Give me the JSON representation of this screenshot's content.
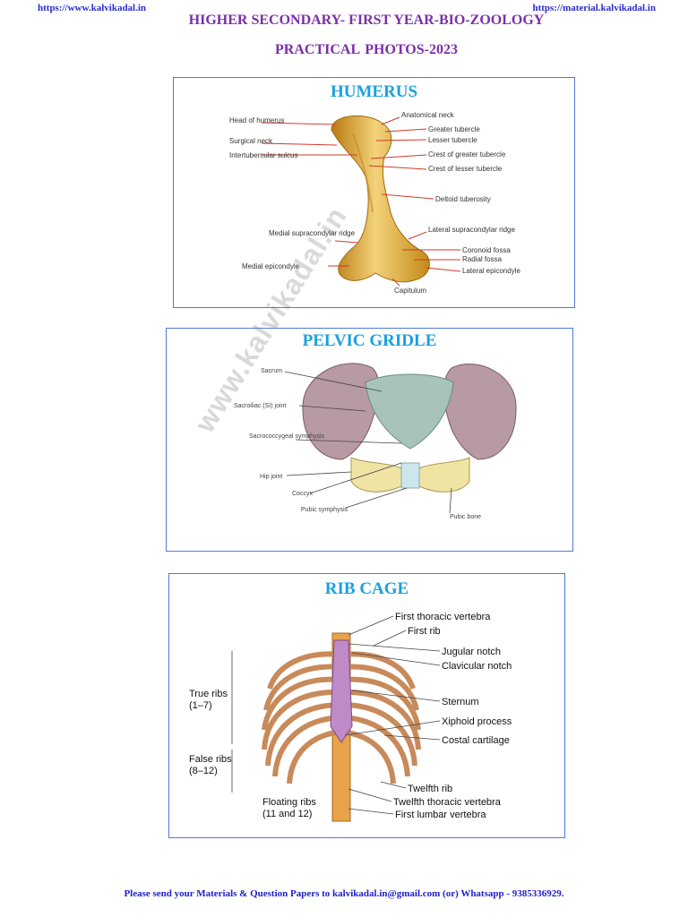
{
  "header": {
    "left_link": "https://www.kalvikadal.in",
    "right_link": "https://material.kalvikadal.in",
    "title_line1": "HIGHER SECONDARY- FIRST YEAR-BIO-ZOOLOGY",
    "title_line2": "PRACTICAL   PHOTOS-2023"
  },
  "panels": {
    "humerus": {
      "title": "HUMERUS",
      "labels": {
        "head": "Head of humerus",
        "surgical_neck": "Surgical neck",
        "intertubercular": "Intertubercular sulcus",
        "anatomical_neck": "Anatomical neck",
        "greater_tubercle": "Greater tubercle",
        "lesser_tubercle": "Lesser tubercle",
        "crest_greater": "Crest of greater tubercle",
        "crest_lesser": "Crest of lesser tubercle",
        "deltoid": "Deltoid tuberosity",
        "lateral_supra": "Lateral supracondylar ridge",
        "medial_supra": "Medial supracondylar ridge",
        "coronoid": "Coronoid fossa",
        "radial": "Radial fossa",
        "medial_epi": "Medial epicondyle",
        "lateral_epi": "Lateral epicondyle",
        "capitulum": "Capitulum"
      }
    },
    "pelvic": {
      "title": "PELVIC GRIDLE",
      "labels": {
        "sacrum": "Sacrum",
        "si_joint": "Sacroiliac (SI) joint",
        "sacrococcygeal": "Sacrococcygeal symphysis",
        "hip_joint": "Hip joint",
        "coccyx": "Coccyx",
        "pubic_symphysis": "Pubic symphysis",
        "pubic_bone": "Pubic bone"
      }
    },
    "ribcage": {
      "title": "RIB CAGE",
      "labels": {
        "first_thoracic": "First thoracic vertebra",
        "first_rib": "First rib",
        "jugular": "Jugular notch",
        "clavicular": "Clavicular notch",
        "sternum": "Sternum",
        "xiphoid": "Xiphoid process",
        "costal": "Costal cartilage",
        "twelfth_rib": "Twelfth rib",
        "twelfth_thoracic": "Twelfth thoracic vertebra",
        "first_lumbar": "First lumbar vertebra",
        "true_ribs": "True ribs",
        "true_ribs_range": "(1–7)",
        "false_ribs": "False ribs",
        "false_ribs_range": "(8–12)",
        "floating_ribs": "Floating ribs",
        "floating_ribs_range": "(11 and 12)"
      }
    }
  },
  "watermark": "www.kalvikadal.in",
  "footer": "Please send your Materials & Question Papers to kalvikadal.in@gmail.com (or) Whatsapp - 9385336929."
}
